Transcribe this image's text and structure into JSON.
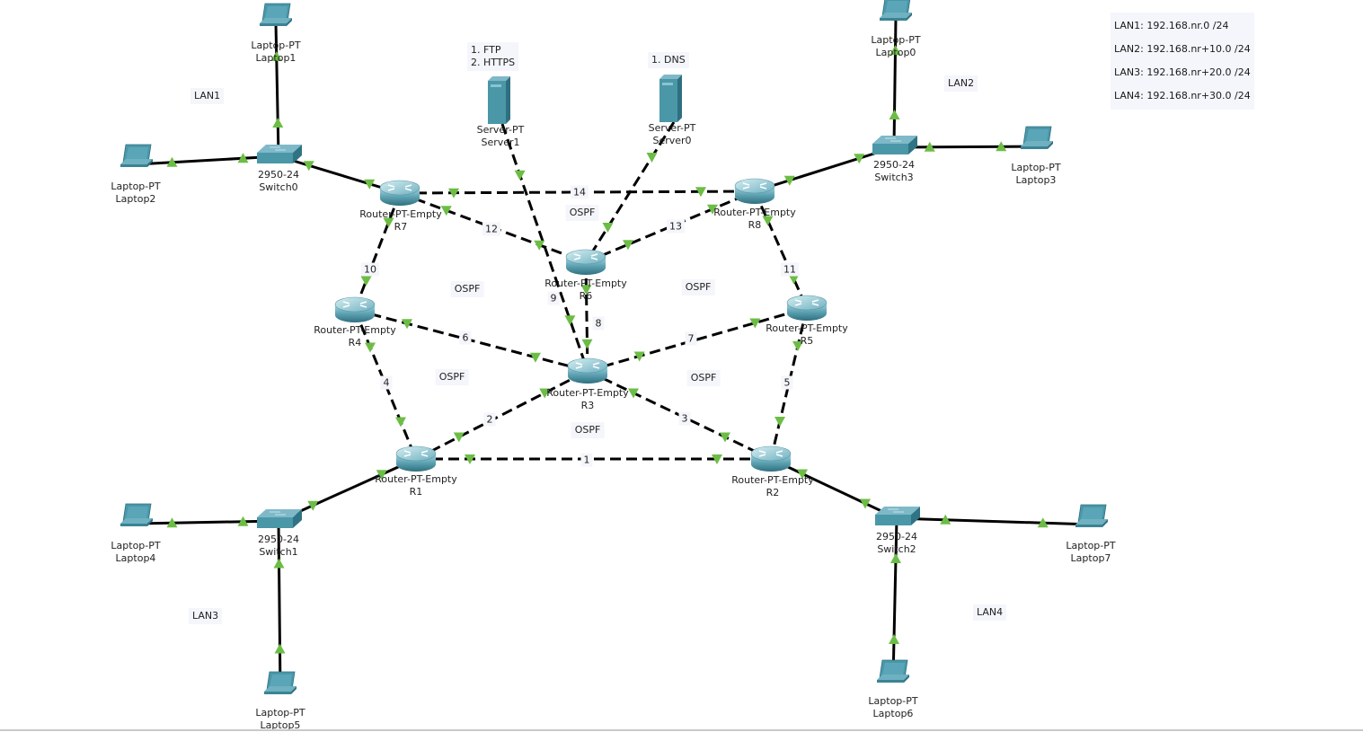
{
  "legend": [
    "LAN1: 192.168.nr.0 /24",
    "LAN2: 192.168.nr+10.0 /24",
    "LAN3: 192.168.nr+20.0 /24",
    "LAN4: 192.168.nr+30.0 /24"
  ],
  "colors": {
    "link": "#000000",
    "port_indicator": "#6cbd45",
    "device_body": "#4a97a8",
    "note_bg": "#f4f6fb"
  },
  "devices": {
    "laptop1": {
      "model": "Laptop-PT",
      "name": "Laptop1",
      "icon": "laptop-icon"
    },
    "laptop2": {
      "model": "Laptop-PT",
      "name": "Laptop2",
      "icon": "laptop-icon"
    },
    "laptop0": {
      "model": "Laptop-PT",
      "name": "Laptop0",
      "icon": "laptop-icon"
    },
    "laptop3": {
      "model": "Laptop-PT",
      "name": "Laptop3",
      "icon": "laptop-icon"
    },
    "laptop4": {
      "model": "Laptop-PT",
      "name": "Laptop4",
      "icon": "laptop-icon"
    },
    "laptop5": {
      "model": "Laptop-PT",
      "name": "Laptop5",
      "icon": "laptop-icon"
    },
    "laptop6": {
      "model": "Laptop-PT",
      "name": "Laptop6",
      "icon": "laptop-icon"
    },
    "laptop7": {
      "model": "Laptop-PT",
      "name": "Laptop7",
      "icon": "laptop-icon"
    },
    "switch0": {
      "model": "2950-24",
      "name": "Switch0",
      "icon": "switch-icon"
    },
    "switch1": {
      "model": "2950-24",
      "name": "Switch1",
      "icon": "switch-icon"
    },
    "switch2": {
      "model": "2950-24",
      "name": "Switch2",
      "icon": "switch-icon"
    },
    "switch3": {
      "model": "2950-24",
      "name": "Switch3",
      "icon": "switch-icon"
    },
    "server1": {
      "model": "Server-PT",
      "name": "Server1",
      "icon": "server-icon"
    },
    "server0": {
      "model": "Server-PT",
      "name": "Server0",
      "icon": "server-icon"
    },
    "r1": {
      "model": "Router-PT-Empty",
      "name": "R1",
      "icon": "router-icon"
    },
    "r2": {
      "model": "Router-PT-Empty",
      "name": "R2",
      "icon": "router-icon"
    },
    "r3": {
      "model": "Router-PT-Empty",
      "name": "R3",
      "icon": "router-icon"
    },
    "r4": {
      "model": "Router-PT-Empty",
      "name": "R4",
      "icon": "router-icon"
    },
    "r5": {
      "model": "Router-PT-Empty",
      "name": "R5",
      "icon": "router-icon"
    },
    "r6": {
      "model": "Router-PT-Empty",
      "name": "R6",
      "icon": "router-icon"
    },
    "r7": {
      "model": "Router-PT-Empty",
      "name": "R7",
      "icon": "router-icon"
    },
    "r8": {
      "model": "Router-PT-Empty",
      "name": "R8",
      "icon": "router-icon"
    }
  },
  "server_notes": {
    "server1": "1. FTP\n2. HTTPS",
    "server0": "1. DNS"
  },
  "lan_labels": {
    "lan1": "LAN1",
    "lan2": "LAN2",
    "lan3": "LAN3",
    "lan4": "LAN4"
  },
  "area_labels": [
    "OSPF",
    "OSPF",
    "OSPF",
    "OSPF",
    "OSPF",
    "OSPF"
  ],
  "links": [
    {
      "from": "laptop1",
      "to": "switch0",
      "type": "copper-straight",
      "label": ""
    },
    {
      "from": "laptop2",
      "to": "switch0",
      "type": "copper-straight",
      "label": ""
    },
    {
      "from": "switch0",
      "to": "r7",
      "type": "copper-straight",
      "label": ""
    },
    {
      "from": "laptop0",
      "to": "switch3",
      "type": "copper-straight",
      "label": ""
    },
    {
      "from": "laptop3",
      "to": "switch3",
      "type": "copper-straight",
      "label": ""
    },
    {
      "from": "switch3",
      "to": "r8",
      "type": "copper-straight",
      "label": ""
    },
    {
      "from": "laptop4",
      "to": "switch1",
      "type": "copper-straight",
      "label": ""
    },
    {
      "from": "laptop5",
      "to": "switch1",
      "type": "copper-straight",
      "label": ""
    },
    {
      "from": "switch1",
      "to": "r1",
      "type": "copper-straight",
      "label": ""
    },
    {
      "from": "laptop6",
      "to": "switch2",
      "type": "copper-straight",
      "label": ""
    },
    {
      "from": "laptop7",
      "to": "switch2",
      "type": "copper-straight",
      "label": ""
    },
    {
      "from": "switch2",
      "to": "r2",
      "type": "copper-straight",
      "label": ""
    },
    {
      "from": "r1",
      "to": "r2",
      "type": "serial",
      "label": "1"
    },
    {
      "from": "r1",
      "to": "r3",
      "type": "serial",
      "label": "2"
    },
    {
      "from": "r3",
      "to": "r2",
      "type": "serial",
      "label": "3"
    },
    {
      "from": "r4",
      "to": "r1",
      "type": "serial",
      "label": "4"
    },
    {
      "from": "r5",
      "to": "r2",
      "type": "serial",
      "label": "5"
    },
    {
      "from": "r4",
      "to": "r3",
      "type": "serial",
      "label": "6"
    },
    {
      "from": "r3",
      "to": "r5",
      "type": "serial",
      "label": "7"
    },
    {
      "from": "r6",
      "to": "r3",
      "type": "serial",
      "label": "8"
    },
    {
      "from": "server1",
      "to": "r3",
      "type": "serial",
      "label": "9"
    },
    {
      "from": "r7",
      "to": "r4",
      "type": "serial",
      "label": "10"
    },
    {
      "from": "r8",
      "to": "r5",
      "type": "serial",
      "label": "11"
    },
    {
      "from": "r7",
      "to": "r6",
      "type": "serial",
      "label": "12"
    },
    {
      "from": "r6",
      "to": "r8",
      "type": "serial",
      "label": "13"
    },
    {
      "from": "r7",
      "to": "r8",
      "type": "serial",
      "label": "14"
    },
    {
      "from": "server0",
      "to": "r6",
      "type": "serial",
      "label": ""
    }
  ]
}
